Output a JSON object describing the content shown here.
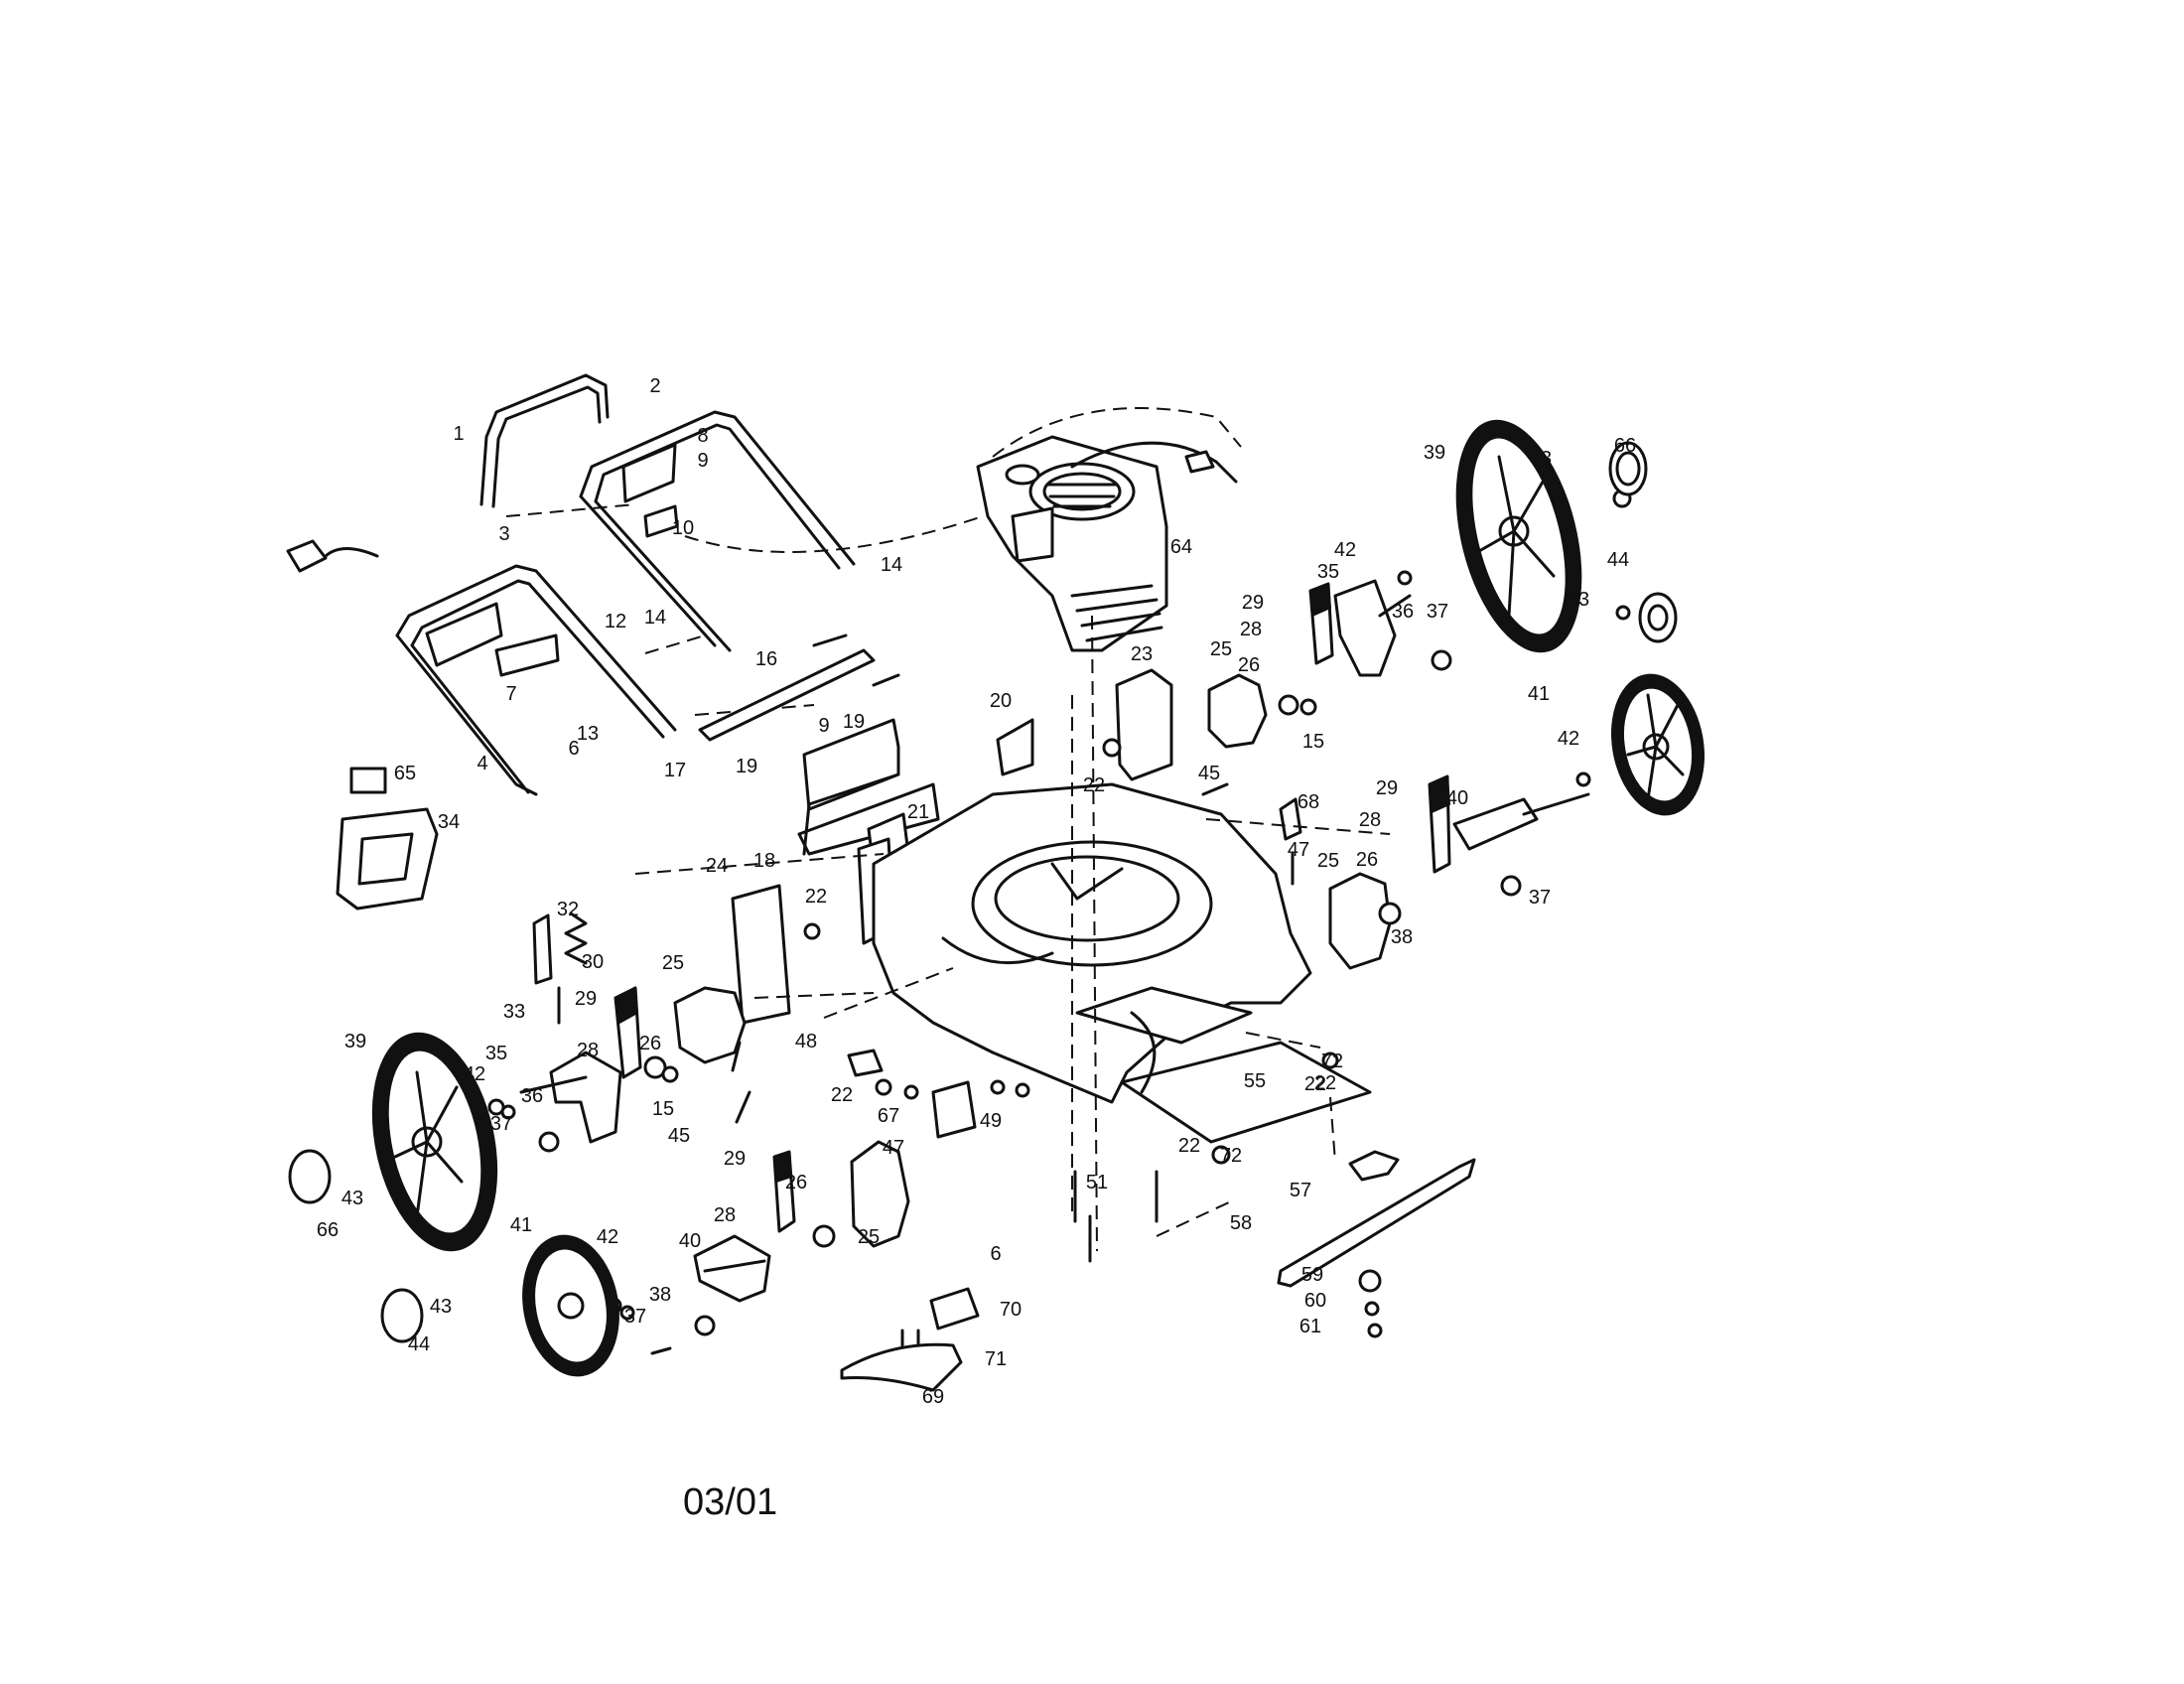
{
  "diagram": {
    "date_code": "03/01",
    "labels": [
      {
        "text": "1"
      },
      {
        "text": "2"
      },
      {
        "text": "3"
      },
      {
        "text": "4"
      },
      {
        "text": "6"
      },
      {
        "text": "7"
      },
      {
        "text": "8"
      },
      {
        "text": "9"
      },
      {
        "text": "10"
      },
      {
        "text": "12"
      },
      {
        "text": "13"
      },
      {
        "text": "14"
      },
      {
        "text": "14"
      },
      {
        "text": "16"
      },
      {
        "text": "9"
      },
      {
        "text": "19"
      },
      {
        "text": "17"
      },
      {
        "text": "19"
      },
      {
        "text": "18"
      },
      {
        "text": "20"
      },
      {
        "text": "21"
      },
      {
        "text": "22"
      },
      {
        "text": "23"
      },
      {
        "text": "24"
      },
      {
        "text": "22"
      },
      {
        "text": "64"
      },
      {
        "text": "65"
      },
      {
        "text": "34"
      },
      {
        "text": "32"
      },
      {
        "text": "30"
      },
      {
        "text": "33"
      },
      {
        "text": "29"
      },
      {
        "text": "25"
      },
      {
        "text": "26"
      },
      {
        "text": "28"
      },
      {
        "text": "15"
      },
      {
        "text": "39"
      },
      {
        "text": "42"
      },
      {
        "text": "35"
      },
      {
        "text": "36"
      },
      {
        "text": "37"
      },
      {
        "text": "43"
      },
      {
        "text": "66"
      },
      {
        "text": "45"
      },
      {
        "text": "48"
      },
      {
        "text": "22"
      },
      {
        "text": "67"
      },
      {
        "text": "47"
      },
      {
        "text": "49"
      },
      {
        "text": "29"
      },
      {
        "text": "28"
      },
      {
        "text": "26"
      },
      {
        "text": "25"
      },
      {
        "text": "41"
      },
      {
        "text": "42"
      },
      {
        "text": "40"
      },
      {
        "text": "38"
      },
      {
        "text": "37"
      },
      {
        "text": "43"
      },
      {
        "text": "44"
      },
      {
        "text": "6"
      },
      {
        "text": "70"
      },
      {
        "text": "71"
      },
      {
        "text": "69"
      },
      {
        "text": "51"
      },
      {
        "text": "22"
      },
      {
        "text": "72"
      },
      {
        "text": "55"
      },
      {
        "text": "72"
      },
      {
        "text": "22"
      },
      {
        "text": "57"
      },
      {
        "text": "58"
      },
      {
        "text": "59"
      },
      {
        "text": "60"
      },
      {
        "text": "61"
      },
      {
        "text": "39"
      },
      {
        "text": "43"
      },
      {
        "text": "66"
      },
      {
        "text": "42"
      },
      {
        "text": "35"
      },
      {
        "text": "29"
      },
      {
        "text": "28"
      },
      {
        "text": "36"
      },
      {
        "text": "37"
      },
      {
        "text": "44"
      },
      {
        "text": "43"
      },
      {
        "text": "25"
      },
      {
        "text": "26"
      },
      {
        "text": "15"
      },
      {
        "text": "45"
      },
      {
        "text": "41"
      },
      {
        "text": "42"
      },
      {
        "text": "29"
      },
      {
        "text": "28"
      },
      {
        "text": "40"
      },
      {
        "text": "68"
      },
      {
        "text": "47"
      },
      {
        "text": "25"
      },
      {
        "text": "26"
      },
      {
        "text": "38"
      },
      {
        "text": "37"
      },
      {
        "text": "22"
      }
    ]
  }
}
